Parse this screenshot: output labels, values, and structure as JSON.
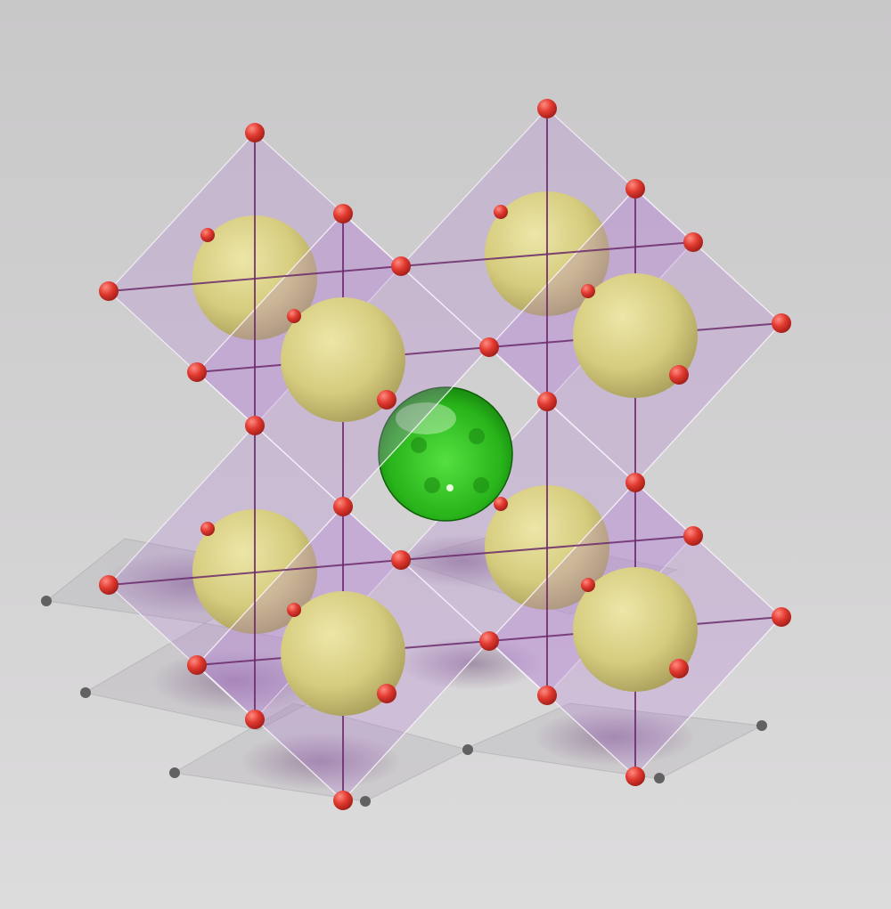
{
  "scene": {
    "subject": "perovskite-crystal-structure-render",
    "colors": {
      "background_top": "#c8c7c8",
      "background_bottom": "#dcdbdc",
      "octahedron_fill": "#b585d4",
      "octahedron_edge": "#f2ecf6",
      "bond": "#6b2a6b",
      "oxygen_atom": "#e0392f",
      "b_site_atom": "#d8cf82",
      "a_site_atom": "#2fbf1f",
      "shadow": "#7a6f7e"
    },
    "counts": {
      "octahedra": 8,
      "b_site_spheres": 8,
      "a_site_spheres": 1
    }
  }
}
